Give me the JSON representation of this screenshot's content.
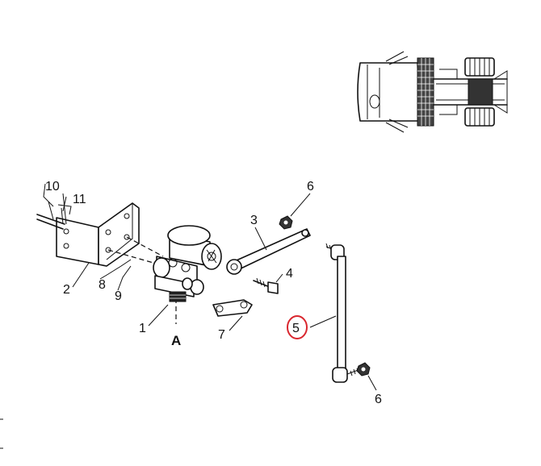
{
  "labels": {
    "p1": "1",
    "p2": "2",
    "p3": "3",
    "p4": "4",
    "p5": "5",
    "p6_top": "6",
    "p6_bottom": "6",
    "p7": "7",
    "p8": "8",
    "p9": "9",
    "p10": "10",
    "p11": "11",
    "view_a": "A"
  },
  "highlight_color": "#d9262e"
}
